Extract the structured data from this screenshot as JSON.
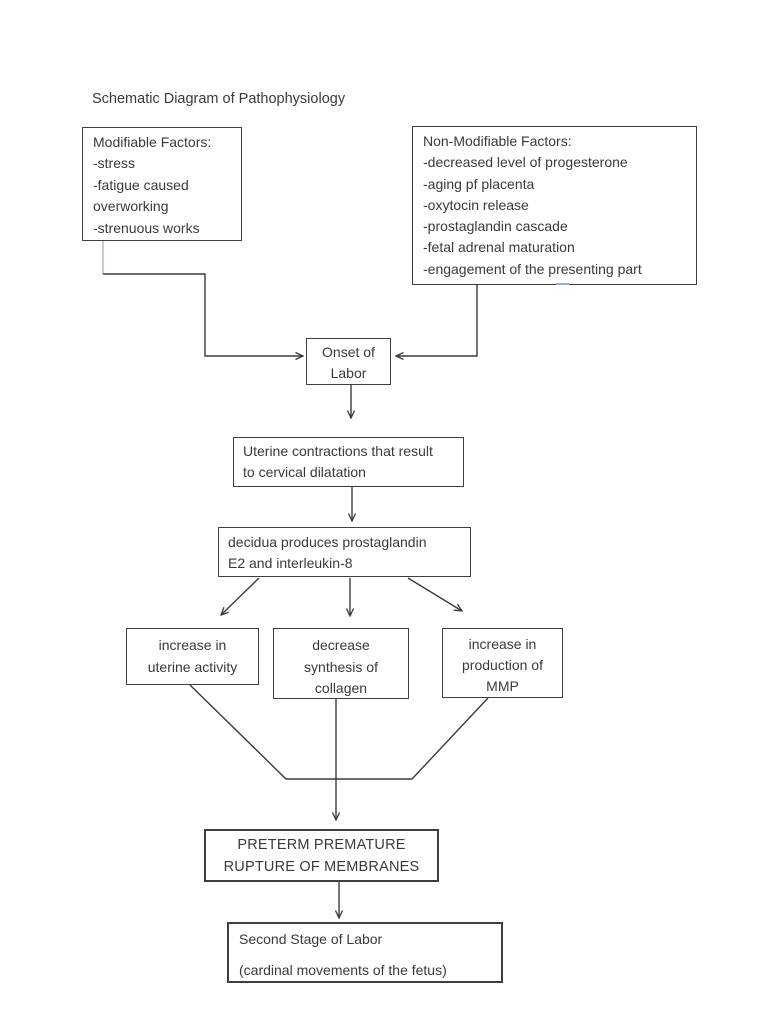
{
  "page": {
    "title": "Schematic Diagram of Pathophysiology"
  },
  "colors": {
    "line": "#3b3b3b",
    "text": "#3a3a3a",
    "accent_blue_connector": "#a6c3e3",
    "accent_blue_dash": "#92b1d6",
    "background": "#ffffff"
  },
  "boxes": {
    "modifiable": {
      "heading": "Modifiable Factors:",
      "items": [
        "-stress",
        "-fatigue caused",
        "overworking",
        "-strenuous works"
      ]
    },
    "non_modifiable": {
      "heading": "Non-Modifiable Factors:",
      "items": [
        "-decreased level of progesterone",
        "-aging pf placenta",
        "-oxytocin release",
        "-prostaglandin cascade",
        "-fetal adrenal maturation",
        "-engagement of the presenting part"
      ]
    },
    "onset": {
      "lines": [
        "Onset of",
        "Labor"
      ]
    },
    "uterine_contractions": {
      "lines": [
        "Uterine contractions that result",
        "to cervical dilatation"
      ]
    },
    "decidua": {
      "lines": [
        "decidua produces prostaglandin",
        "E2 and interleukin-8"
      ]
    },
    "increase_uterine_activity": {
      "lines": [
        "increase in",
        "uterine activity"
      ]
    },
    "decrease_collagen": {
      "lines": [
        "decrease",
        "synthesis of",
        "collagen"
      ]
    },
    "increase_mmp": {
      "lines": [
        "increase in",
        "production of",
        "MMP"
      ]
    },
    "pprom": {
      "lines": [
        "PRETERM PREMATURE",
        "RUPTURE OF MEMBRANES"
      ]
    },
    "second_stage": {
      "lines": [
        "Second Stage of Labor",
        "(cardinal movements of the fetus)"
      ]
    }
  }
}
